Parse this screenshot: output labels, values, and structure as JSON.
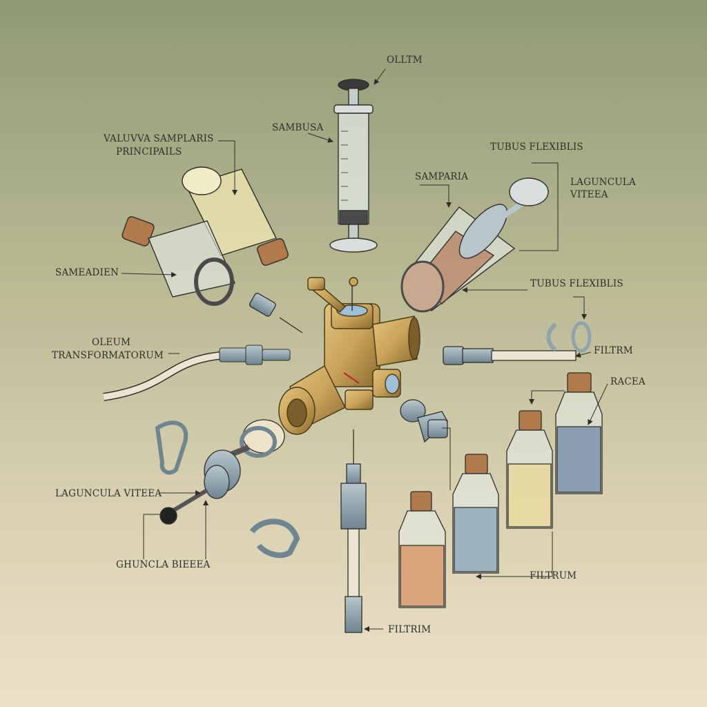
{
  "labels": {
    "oltm": "OLLTM",
    "sambusa": "SAMBUSA",
    "valvula_line1": "VALUVVA SAMPLARIS",
    "valvula_line2": "PRINCIPAILS",
    "tubus_top": "TUBUS FLEXIBLIS",
    "samparia": "SAMPARIA",
    "lagun_right_line1": "LAGUNCULA",
    "lagun_right_line2": "VITEEA",
    "sameadien": "SAMEADIEN",
    "tubus_mid": "TUBUS FLEXIBLIS",
    "oleum_line1": "OLEUM",
    "oleum_line2": "TRANSFORMATORUM",
    "filtrm_right": "FILTRM",
    "racea": "RACEA",
    "lagun_left": "LAGUNCULA VITEEA",
    "filtrum_mid": "FILTRUM",
    "ghuncla": "GHUNCLA BIEEEA",
    "filtrim_bottom": "FILTRIM"
  },
  "colors": {
    "brass": "#c9a45a",
    "brass_dark": "#8a6a2e",
    "steel": "#8fa3ad",
    "glass": "#e6ecea",
    "liquid_amber": "#d69a6a",
    "liquid_blue": "#8aa6bd",
    "liquid_yellow": "#e6d79a",
    "liquid_slate": "#7c93ad",
    "cork": "#b07a4a"
  }
}
